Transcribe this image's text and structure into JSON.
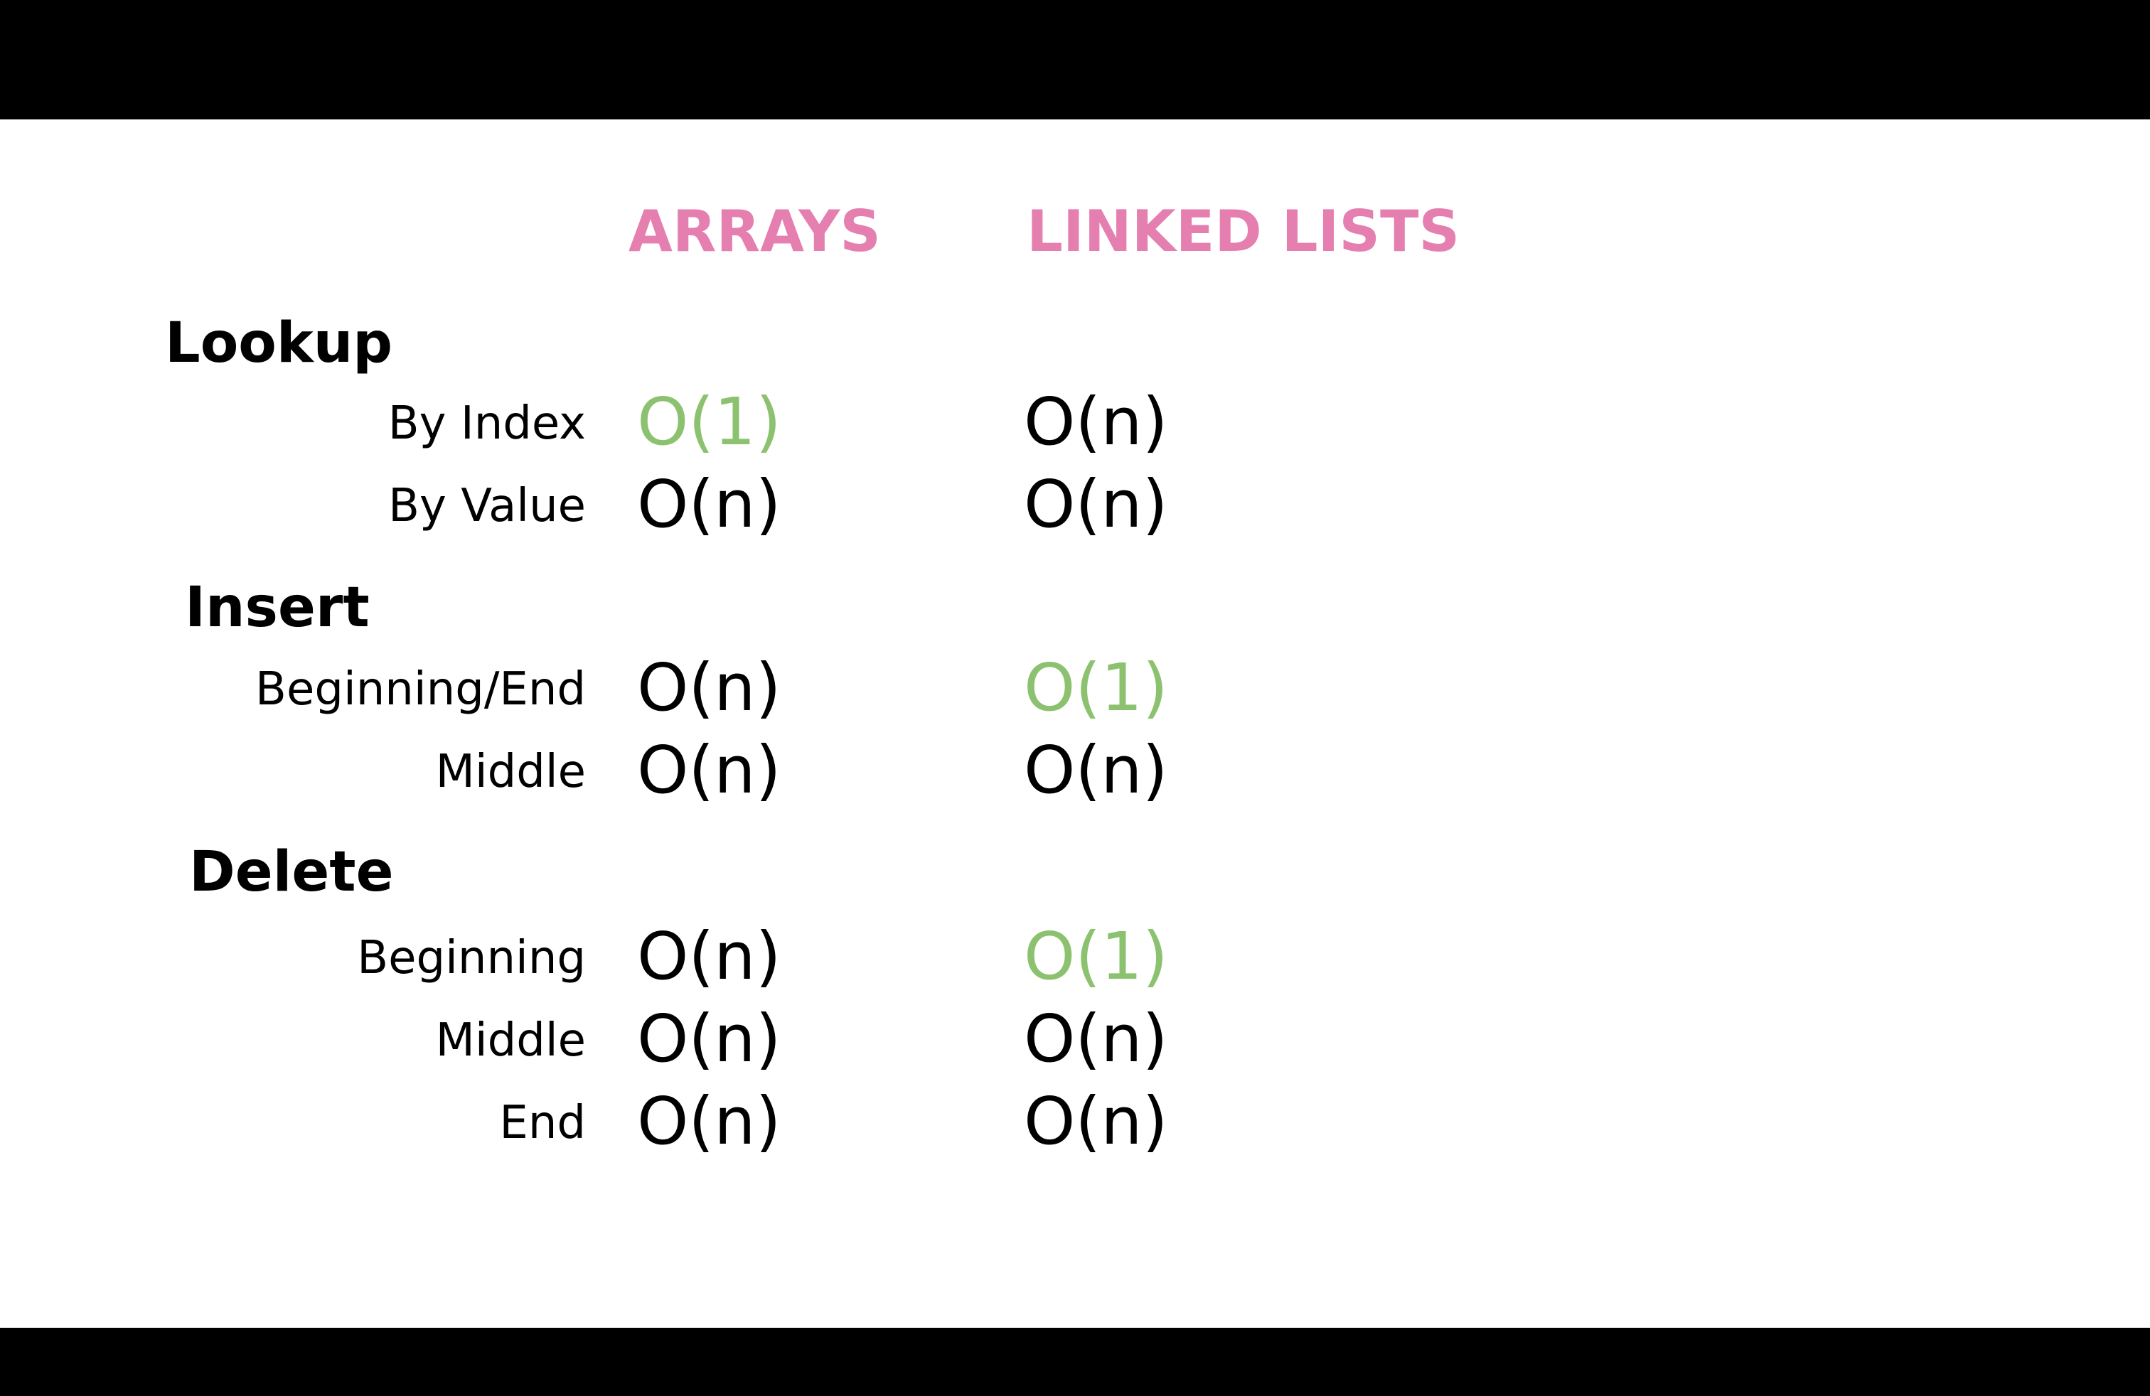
{
  "headers": {
    "arrays": "ARRAYS",
    "linked_lists": "LINKED LISTS"
  },
  "colors": {
    "header": "#e57fb0",
    "good": "#8cc26f",
    "normal": "#000000",
    "background": "#ffffff",
    "letterbox": "#000000"
  },
  "sections": {
    "lookup": {
      "title": "Lookup",
      "rows": [
        {
          "label": "By Index",
          "arrays": "O(1)",
          "arrays_good": true,
          "linked_lists": "O(n)",
          "linked_lists_good": false
        },
        {
          "label": "By Value",
          "arrays": "O(n)",
          "arrays_good": false,
          "linked_lists": "O(n)",
          "linked_lists_good": false
        }
      ]
    },
    "insert": {
      "title": "Insert",
      "rows": [
        {
          "label": "Beginning/End",
          "arrays": "O(n)",
          "arrays_good": false,
          "linked_lists": "O(1)",
          "linked_lists_good": true
        },
        {
          "label": "Middle",
          "arrays": "O(n)",
          "arrays_good": false,
          "linked_lists": "O(n)",
          "linked_lists_good": false
        }
      ]
    },
    "delete": {
      "title": "Delete",
      "rows": [
        {
          "label": "Beginning",
          "arrays": "O(n)",
          "arrays_good": false,
          "linked_lists": "O(1)",
          "linked_lists_good": true
        },
        {
          "label": "Middle",
          "arrays": "O(n)",
          "arrays_good": false,
          "linked_lists": "O(n)",
          "linked_lists_good": false
        },
        {
          "label": "End",
          "arrays": "O(n)",
          "arrays_good": false,
          "linked_lists": "O(n)",
          "linked_lists_good": false
        }
      ]
    }
  }
}
